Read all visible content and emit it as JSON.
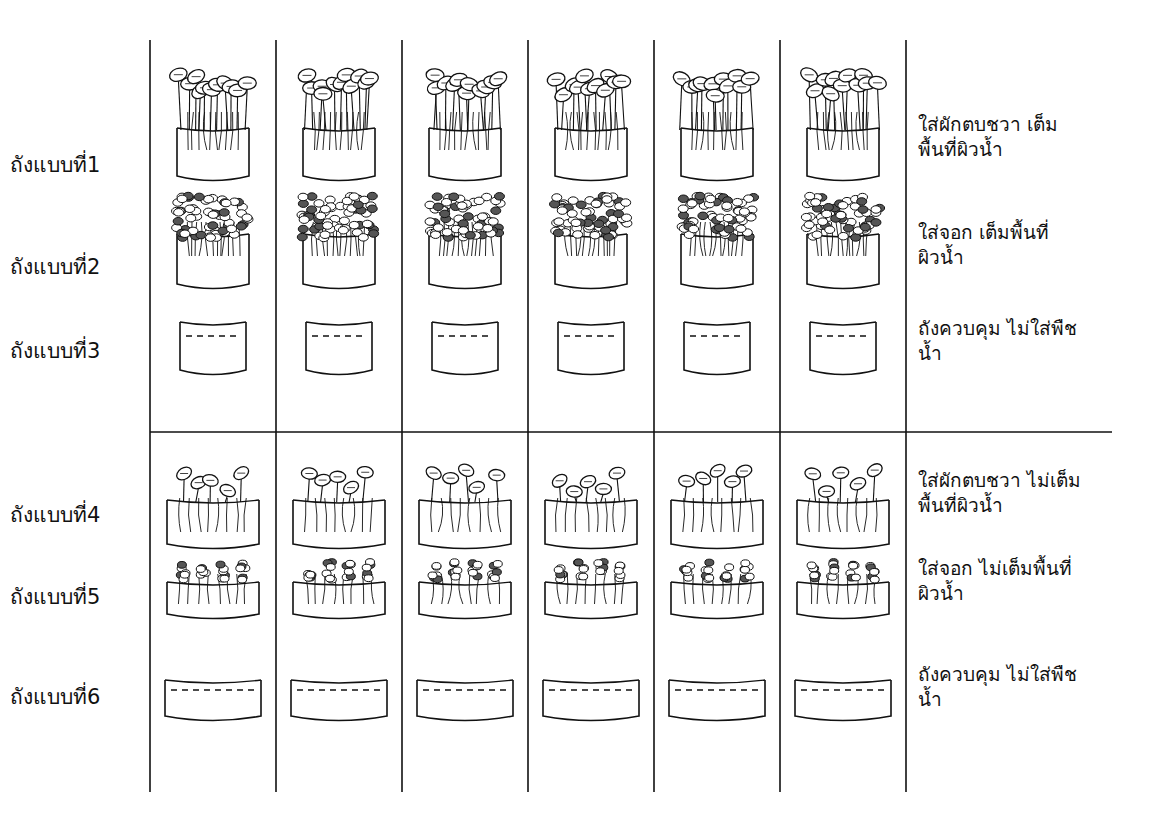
{
  "diagram": {
    "labels": [
      "ถังแบบที่1",
      "ใส่ผักตบชวา เต็มพื้นที่ผิวน้ำ",
      "ถังแบบที่2",
      "ใส่จอก เต็มพื้นที่ผิวน้ำ",
      "ถังแบบที่3",
      "ถังควบคุม ไม่ใส่พืชน้ำ",
      "ถังแบบที่4",
      "ใส่ผักตบชวา ไม่เต็มพื้นที่ผิวน้ำ",
      "ถังแบบที่5",
      "ใส่จอก ไม่เต็มพื้นที่ผิวน้ำ",
      "ถังแบบที่6",
      "ถังควบคุม ไม่ใส่พืชน้ำ"
    ]
  }
}
